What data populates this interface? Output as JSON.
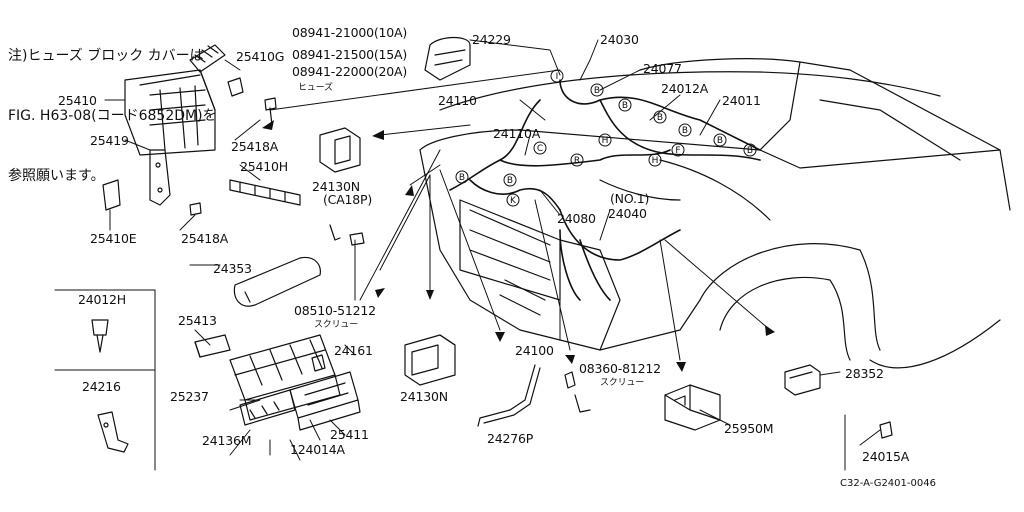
{
  "note": {
    "line1": "注)ヒューズ ブロック カバーは",
    "line2": "FIG. H63-08(コード6852DM)を",
    "line3": "参照願います。"
  },
  "fuses": {
    "f10": "08941-21000(10A)",
    "f15": "08941-21500(15A)",
    "f20": "08941-22000(20A)",
    "caption": "ヒューズ"
  },
  "parts": {
    "p24229": "24229",
    "p24030": "24030",
    "p25410G": "25410G",
    "p24077": "24077",
    "p25410": "25410",
    "p24110": "24110",
    "p24012A": "24012A",
    "p24011": "24011",
    "p25418A_top": "25418A",
    "p25419": "25419",
    "p24110A": "24110A",
    "p25410H": "25410H",
    "p24130N_top": "24130N",
    "ca18p": "(CA18P)",
    "p25410E": "25410E",
    "p25418A_bot": "25418A",
    "p24080": "24080",
    "no1": "(NO.1)",
    "p24040": "24040",
    "p24353": "24353",
    "p24012H": "24012H",
    "screw1": "08510-51212",
    "screw_caption1": "スクリュー",
    "p25413": "25413",
    "p24161": "24161",
    "p24100": "24100",
    "p24216": "24216",
    "p25237": "25237",
    "p24130N_bot": "24130N",
    "screw2": "08360-81212",
    "screw_caption2": "スクリュー",
    "p28352": "28352",
    "p24136M": "24136M",
    "p25411": "25411",
    "p124014A": "124014A",
    "p24276P": "24276P",
    "p25950M": "25950M",
    "p24015A": "24015A"
  },
  "connector_letters": {
    "bubble_i": "I",
    "bubble_b": "B",
    "bubble_c": "C",
    "bubble_r": "R",
    "bubble_h": "H",
    "bubble_f": "F",
    "bubble_k": "K"
  },
  "figure_ref": "C32-A-G2401-0046"
}
